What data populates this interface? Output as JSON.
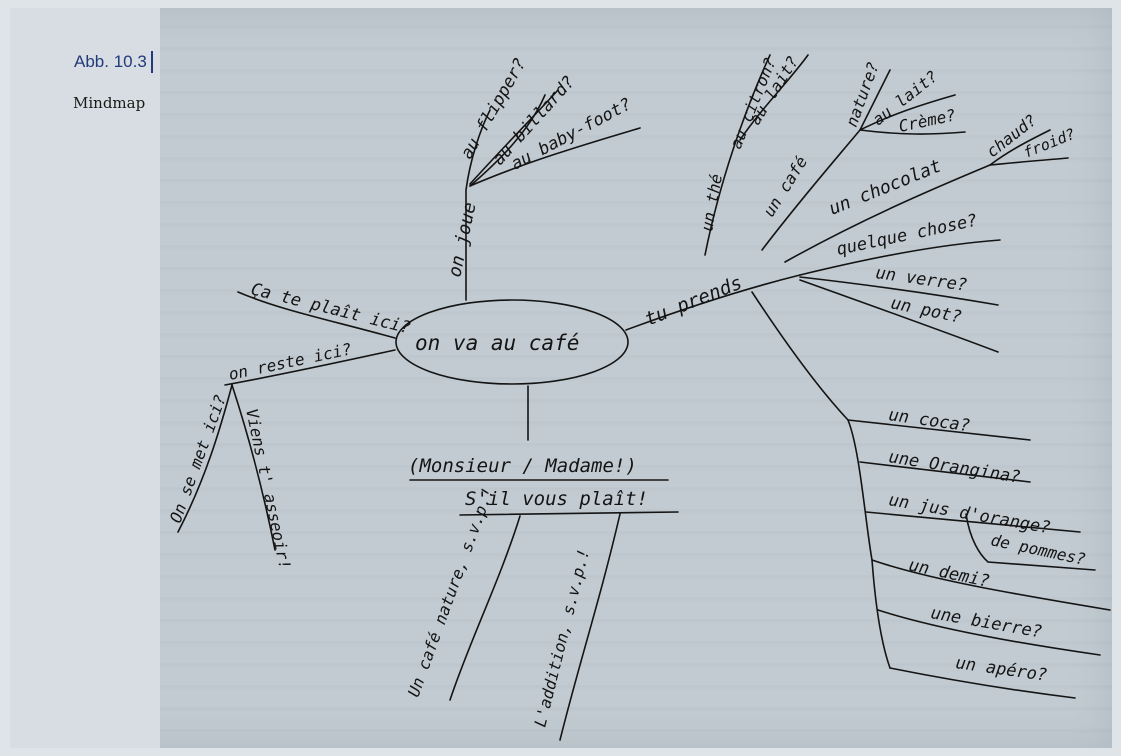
{
  "figure": {
    "number": "Abb. 10.3",
    "caption": "Mindmap"
  },
  "mindmap": {
    "center": "on va au café",
    "branches": {
      "jouer": {
        "label": "on joue",
        "items": [
          "au flipper?",
          "au billard?",
          "au baby-foot?"
        ]
      },
      "place": {
        "top": "Ça te plaît ici?",
        "middle": "on reste ici?",
        "sub1": "On se met ici?",
        "sub2": "Viens t' asseoir!"
      },
      "prendre": {
        "label": "tu prends",
        "the": "un thé",
        "the_items": [
          "au citron?",
          "au lait?"
        ],
        "cafe": "un café",
        "cafe_items": [
          "nature?",
          "au lait?",
          "Crème?"
        ],
        "chocolat": "un chocolat",
        "chocolat_items": [
          "chaud?",
          "froid?"
        ],
        "others": [
          "quelque chose?",
          "un verre?",
          "un pot?"
        ],
        "drinks": [
          "un coca?",
          "une Orangina?",
          "un jus d'orange?",
          "de pommes?",
          "un demi?",
          "une bierre?",
          "un apéro?"
        ]
      },
      "appel": {
        "line1": "(Monsieur / Madame!)",
        "line2": "S'il vous plaît!",
        "orders": [
          "Un café nature, s.v.p.!",
          "L'addition, s.v.p.!"
        ]
      }
    }
  }
}
